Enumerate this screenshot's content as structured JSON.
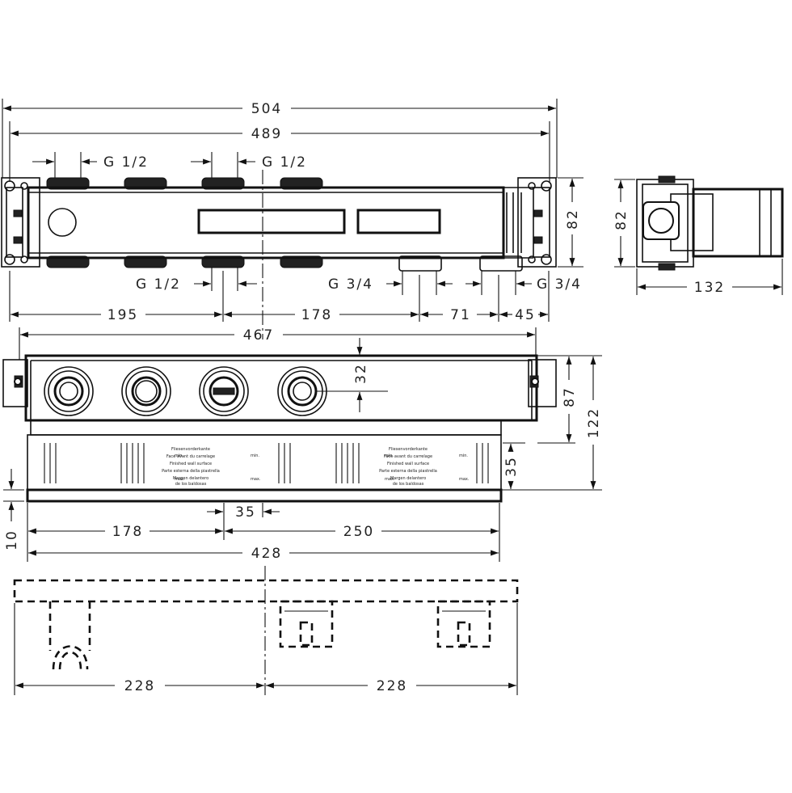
{
  "top_view": {
    "overall_length": "504",
    "body_length": "489",
    "inlet_label_left": "G 1/2",
    "inlet_label_mid": "G 1/2",
    "outlet_label_left": "G 1/2",
    "outlet_label_mid": "G 3/4",
    "outlet_label_right": "G 3/4",
    "dim_195": "195",
    "dim_178": "178",
    "dim_71": "71",
    "dim_45": "45",
    "height": "82"
  },
  "side_view": {
    "height": "82",
    "depth": "132"
  },
  "front_view": {
    "length_467": "467",
    "dim_32": "32",
    "dim_87": "87",
    "dim_122": "122",
    "dim_35_vertical": "35",
    "dim_35": "35",
    "dim_10": "10",
    "dim_178": "178",
    "dim_250": "250",
    "length_428": "428"
  },
  "plaster_guard_text": {
    "line1": "Fliesenvorderkante",
    "line2": "Face avant du carrelage",
    "line3": "Finished wall surface",
    "line4": "Parte esterna della piastrella",
    "line5": "Margen delantero",
    "line6": "de los baldosas",
    "min": "min.",
    "max": "max."
  },
  "bottom_view": {
    "dim_left": "228",
    "dim_right": "228"
  }
}
